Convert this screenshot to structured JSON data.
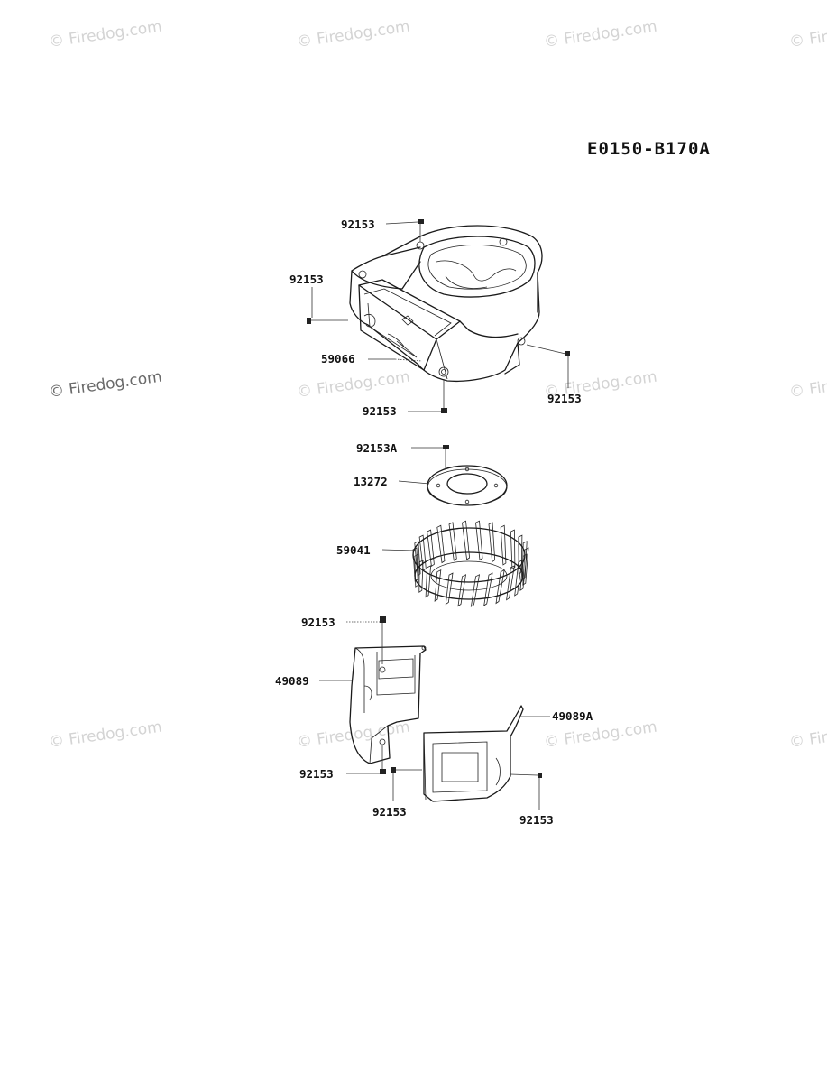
{
  "diagram": {
    "reference_code": "E0150-B170A",
    "watermark_text": "© Firedog.com",
    "parts": {
      "p_92153_top": "92153",
      "p_92153_left": "92153",
      "p_59066": "59066",
      "p_92153_right": "92153",
      "p_92153_bottom": "92153",
      "p_92153A": "92153A",
      "p_13272": "13272",
      "p_59041": "59041",
      "p_92153_cover_top": "92153",
      "p_49089": "49089",
      "p_92153_cover_bottom": "92153",
      "p_49089A": "49089A",
      "p_92153_lower_mid": "92153",
      "p_92153_lower_right": "92153"
    }
  }
}
